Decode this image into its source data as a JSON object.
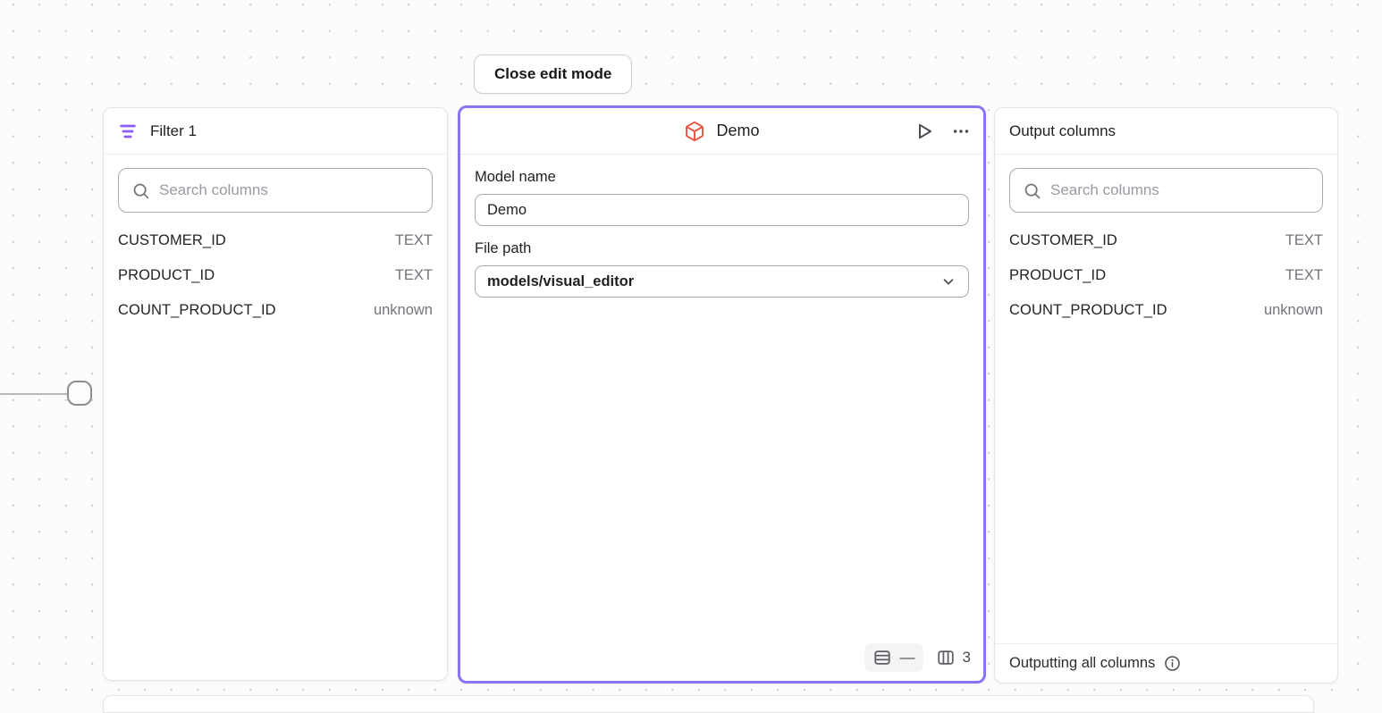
{
  "toolbar": {
    "close_edit_label": "Close edit mode"
  },
  "filter_panel": {
    "title": "Filter 1",
    "search_placeholder": "Search columns",
    "columns": [
      {
        "name": "CUSTOMER_ID",
        "type": "TEXT"
      },
      {
        "name": "PRODUCT_ID",
        "type": "TEXT"
      },
      {
        "name": "COUNT_PRODUCT_ID",
        "type": "unknown"
      }
    ]
  },
  "model_panel": {
    "title": "Demo",
    "model_name_label": "Model name",
    "model_name_value": "Demo",
    "file_path_label": "File path",
    "file_path_value": "models/visual_editor",
    "row_count": "—",
    "column_count": "3"
  },
  "output_panel": {
    "title": "Output columns",
    "search_placeholder": "Search columns",
    "columns": [
      {
        "name": "CUSTOMER_ID",
        "type": "TEXT"
      },
      {
        "name": "PRODUCT_ID",
        "type": "TEXT"
      },
      {
        "name": "COUNT_PRODUCT_ID",
        "type": "unknown"
      }
    ],
    "footer_text": "Outputting all columns"
  },
  "colors": {
    "accent_purple": "#8b74f3",
    "filter_icon_purple": "#8b5cf6",
    "cube_orange": "#e8543f",
    "text_gray": "#73737b",
    "panel_border": "#e4e4e7",
    "input_border": "#a9a9b0",
    "canvas_bg": "#fcfcfc",
    "dot_color": "#d2d2d4"
  }
}
